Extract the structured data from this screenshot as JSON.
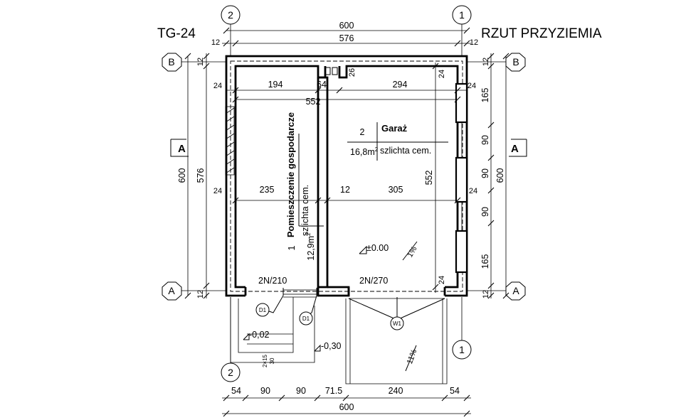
{
  "titles": {
    "left": "TG-24",
    "right": "RZUT PRZYZIEMIA"
  },
  "grid_axes": {
    "axis_1": "1",
    "axis_2": "2",
    "axis_A": "A",
    "axis_B": "B"
  },
  "section_marks": {
    "left": "A",
    "right": "A"
  },
  "dimensions": {
    "top_overall": "600",
    "top_inner": "576",
    "top_wall_left": "12",
    "top_wall_right": "12",
    "left_overall": "600",
    "left_inner": "576",
    "left_wall_top": "12",
    "left_wall_bottom": "12",
    "right_overall": "600",
    "right_wall_top": "12",
    "right_wall_bottom": "12",
    "right_seg_1": "165",
    "right_seg_2": "90",
    "right_seg_3": "90",
    "right_seg_4": "90",
    "right_seg_5": "165",
    "inner_top_wall_left": "24",
    "inner_top_room1": "194",
    "inner_top_partition": "64",
    "inner_top_room2": "294",
    "inner_top_wall_right": "24",
    "inner_top_span": "552",
    "inner_mid_wall_left": "24",
    "inner_mid_room1": "235",
    "inner_mid_partition": "12",
    "inner_mid_room2": "305",
    "inner_mid_wall_right": "24",
    "inner_vertical_span": "552",
    "inner_vertical_top": "24",
    "inner_vertical_bottom": "24",
    "vent_dim": "26",
    "bottom_seg_1": "54",
    "bottom_seg_2": "90",
    "bottom_seg_3": "90",
    "bottom_seg_4": "71.5",
    "bottom_seg_5": "240",
    "bottom_seg_6": "54",
    "bottom_overall": "600"
  },
  "rooms": [
    {
      "number": "1",
      "name": "Pomieszczenie gospodarcze",
      "area_value": "12,9",
      "area_unit": "m",
      "area_sup": "2",
      "finish": "szlichta cem."
    },
    {
      "number": "2",
      "name": "Garaż",
      "area_value": "16,8",
      "area_unit": "m",
      "area_sup": "2",
      "finish": "szlichta cem."
    }
  ],
  "doors": {
    "door_left": "2N/210",
    "door_right": "2N/270"
  },
  "tags": {
    "d1_a": "D1",
    "d1_b": "D1",
    "w1": "W1"
  },
  "levels": {
    "floor": "±0.00",
    "step": "-0,02",
    "terrace": "-0,30"
  },
  "slopes": {
    "floor_slope": "1%",
    "driveway_slope": "11%"
  },
  "stairs": {
    "steps_label": "2×15",
    "steps_run": "30"
  }
}
